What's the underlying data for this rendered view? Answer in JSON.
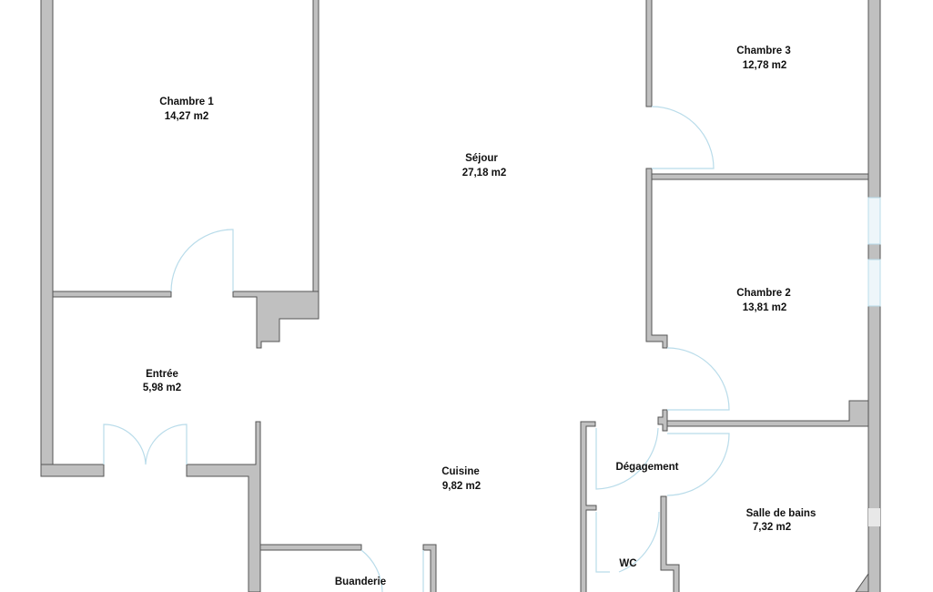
{
  "rooms": {
    "chambre1": {
      "name": "Chambre 1",
      "area": "14,27 m2"
    },
    "sejour": {
      "name": "Séjour",
      "area": "27,18 m2"
    },
    "chambre3": {
      "name": "Chambre 3",
      "area": "12,78 m2"
    },
    "chambre2": {
      "name": "Chambre 2",
      "area": "13,81 m2"
    },
    "entree": {
      "name": "Entrée",
      "area": "5,98 m2"
    },
    "cuisine": {
      "name": "Cuisine",
      "area": "9,82 m2"
    },
    "degagement": {
      "name": "Dégagement"
    },
    "salle_de_bains": {
      "name": "Salle de bains",
      "area": "7,32 m2"
    },
    "wc": {
      "name": "WC"
    },
    "buanderie": {
      "name": "Buanderie"
    }
  },
  "colors": {
    "wall": "#c0c0c0",
    "wall_outline": "#555555",
    "door": "#b9dcea"
  }
}
